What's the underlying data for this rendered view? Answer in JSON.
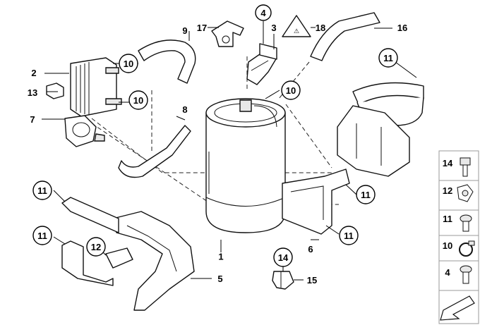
{
  "diagram": {
    "callouts": {
      "c1": "1",
      "c2": "2",
      "c3": "3",
      "c4": "4",
      "c5": "5",
      "c6": "6",
      "c7": "7",
      "c8": "8",
      "c9": "9",
      "c10a": "10",
      "c10b": "10",
      "c10c": "10",
      "c11a": "11",
      "c11b": "11",
      "c11c": "11",
      "c11d": "11",
      "c11e": "11",
      "c12": "12",
      "c13": "13",
      "c14": "14",
      "c15": "15",
      "c16": "16",
      "c17": "17",
      "c18": "18"
    },
    "sidebar": [
      {
        "label": "14"
      },
      {
        "label": "12"
      },
      {
        "label": "11"
      },
      {
        "label": "10"
      },
      {
        "label": "4"
      }
    ]
  }
}
